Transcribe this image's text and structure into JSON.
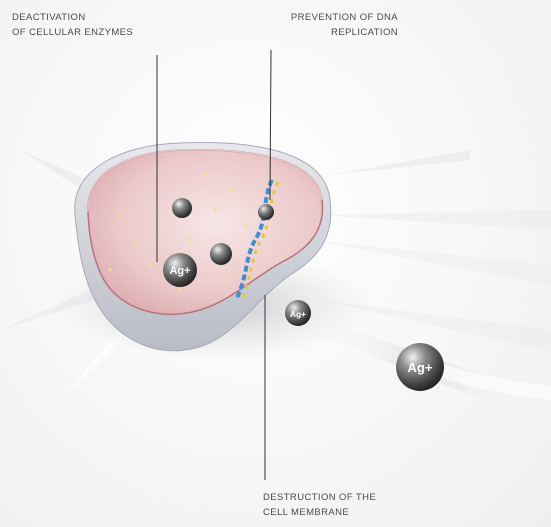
{
  "labels": {
    "enzymes": {
      "line1": "DEACTIVATION",
      "line2": "OF CELLULAR ENZYMES"
    },
    "dna": {
      "line1": "PREVENTION OF DNA",
      "line2": "REPLICATION"
    },
    "membrane": {
      "line1": "DESTRUCTION OF THE",
      "line2": "CELL MEMBRANE"
    }
  },
  "ions": {
    "symbol": "Ag+"
  },
  "colors": {
    "cell_membrane": "#c98a92",
    "cell_interior": "#ecc9c9",
    "dna_blue": "#3a8fd6",
    "dna_yellow": "#e8c832",
    "ion_sphere": "#4a4a4a",
    "leader_line": "#333333",
    "label_text": "#4a4a4a"
  }
}
